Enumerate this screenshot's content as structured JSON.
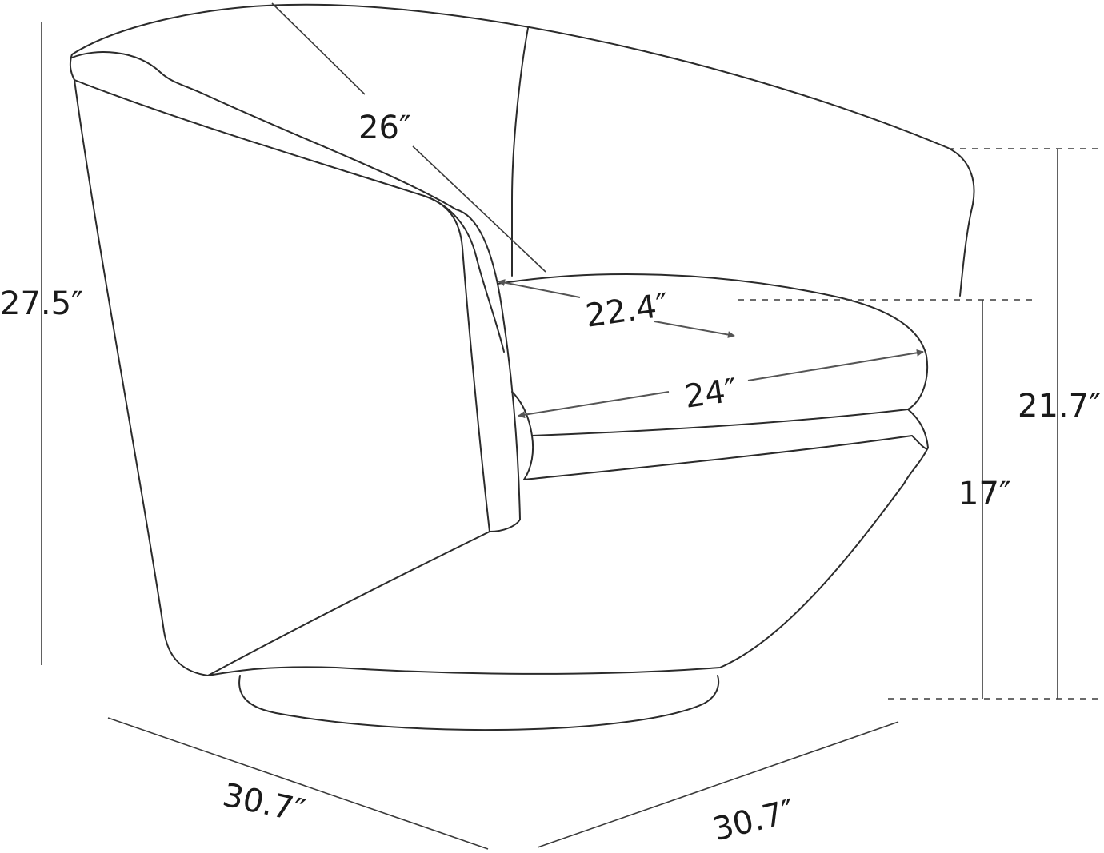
{
  "diagram": {
    "subject": "swivel barrel chair",
    "dimensions": {
      "overall_height": "27.5″",
      "back_width": "26″",
      "seat_depth": "22.4″",
      "seat_width": "24″",
      "arm_height": "21.7″",
      "seat_height": "17″",
      "width": "30.7″",
      "depth": "30.7″"
    },
    "colors": {
      "line": "#2b2b2b",
      "arrow": "#555555",
      "background": "#ffffff"
    }
  }
}
